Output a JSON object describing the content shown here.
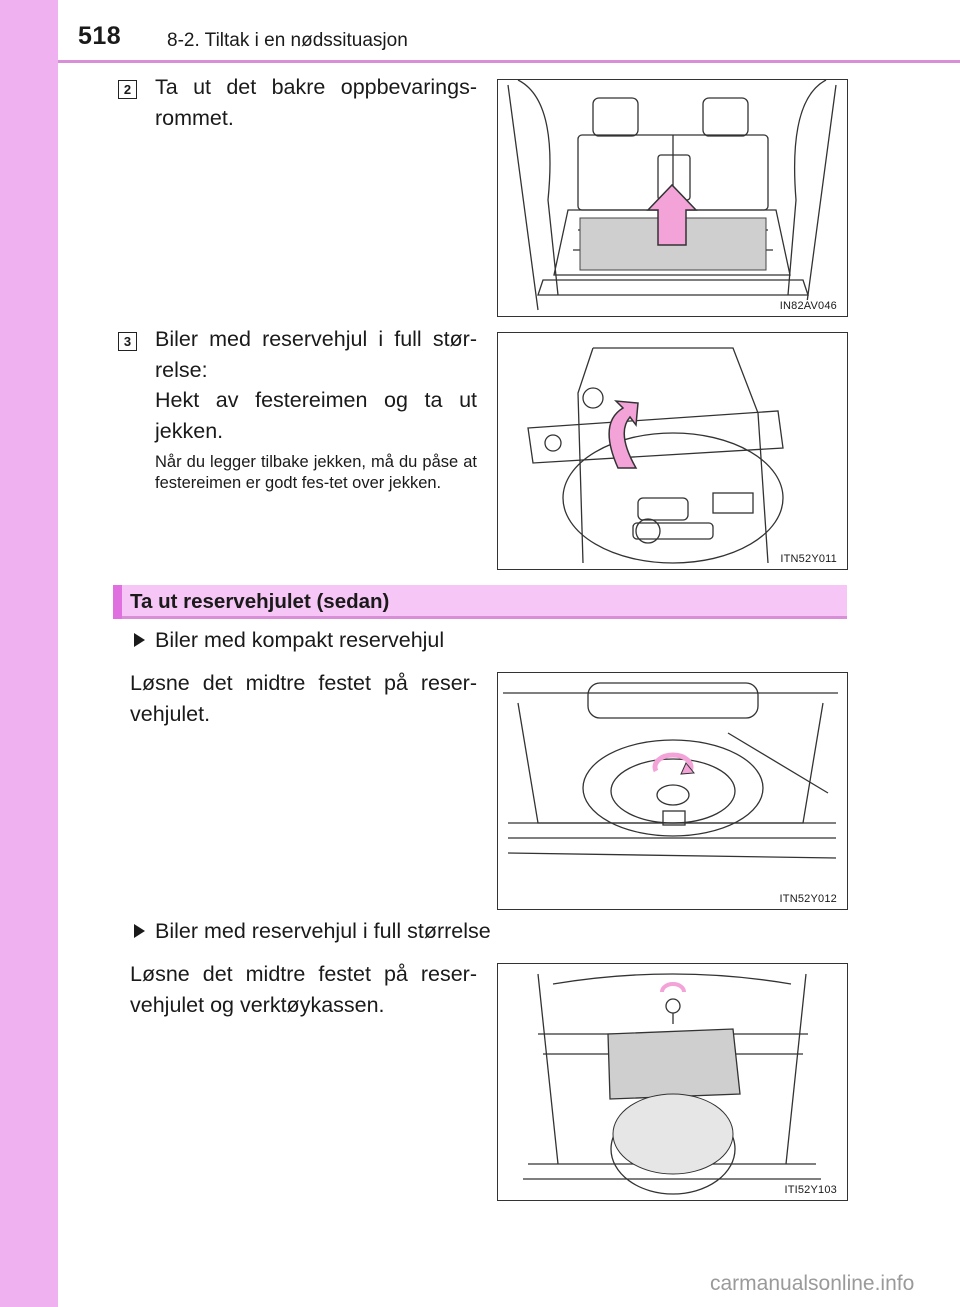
{
  "header": {
    "page_number": "518",
    "section_title": "8-2. Tiltak i en nødssituasjon"
  },
  "steps": [
    {
      "number": "2",
      "text": "Ta ut det bakre oppbevarings-rommet.",
      "figure_code": "IN82AV046"
    },
    {
      "number": "3",
      "text_line1": "Biler med reservehjul i full stør-relse:",
      "text_line2": "Hekt av festereimen og ta ut jekken.",
      "note": "Når du legger tilbake jekken, må du påse at festereimen er godt fes-tet over jekken.",
      "figure_code": "ITN52Y011"
    }
  ],
  "section": {
    "title": "Ta ut reservehjulet (sedan)"
  },
  "compact": {
    "bullet": "Biler med kompakt reservehjul",
    "text": "Løsne det midtre festet på reser-vehjulet.",
    "figure_code": "ITN52Y012"
  },
  "fullsize": {
    "bullet": "Biler med reservehjul i full størrelse",
    "text": "Løsne det midtre festet på reser-vehjulet og verktøykassen.",
    "figure_code": "ITI52Y103"
  },
  "colors": {
    "sidebar": "#efb1ef",
    "section_bar": "#f6c7f6",
    "accent": "#d88fd8",
    "arrow_pink": "#f3a3d8"
  },
  "watermark": "carmanualsonline.info"
}
